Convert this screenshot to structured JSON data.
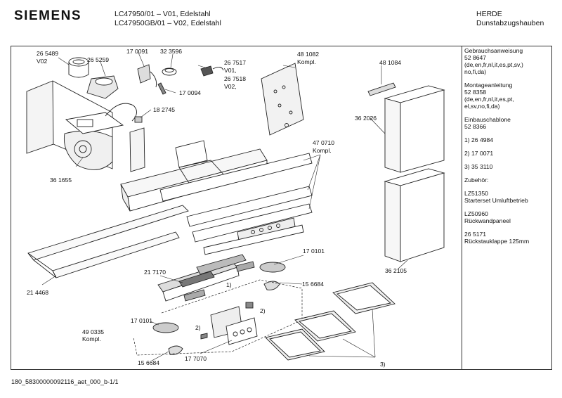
{
  "header": {
    "brand_logo": "SIEMENS",
    "model_line1": "LC47950/01 – V01, Edelstahl",
    "model_line2": "LC47950GB/01 – V02, Edelstahl",
    "manufacturer": "HERDE",
    "product_type": "Dunstabzugshauben"
  },
  "sidebar": {
    "lines": [
      "Gebrauchsanweisung",
      "52 8647",
      "(de,en,fr,nl,it,es,pt,sv,)",
      "no,fi,da)",
      "",
      "Montageanleitung",
      "52 8358",
      "(de,en,fr,nl,it,es,pt,",
      "el,sv,no,fi,da)",
      "",
      "Einbauschablone",
      "52 8366",
      "",
      "1)  26 4984",
      "",
      "2)  17 0071",
      "",
      "3)  35 3110",
      "",
      "Zubehör:",
      "",
      "LZ51350",
      "Starterset  Umluftbetrieb",
      "",
      "LZ50960",
      "Rückwandpaneel",
      "",
      "26 5171",
      "Rückstauklappe 125mm"
    ]
  },
  "part_labels": [
    "26 5489",
    "V02",
    "26 5259",
    "17 0091",
    "32 3596",
    "26 7517",
    "V01,",
    "26 7518",
    "V02,",
    "17 0094",
    "48 1082",
    "Kompl.",
    "48 1084",
    "18 2745",
    "36 2026",
    "47 0710",
    "Kompl.",
    "36 1655",
    "17 0101",
    "21 7170",
    "1)",
    "15 6684",
    "2)",
    "21 4468",
    "36 2105",
    "17 0101",
    "49 0335",
    "Kompl.",
    "2)",
    "15 6684",
    "17 7070",
    "3)"
  ],
  "footer": {
    "doc_id": "180_58300000092116_aet_000_b-1/1"
  }
}
